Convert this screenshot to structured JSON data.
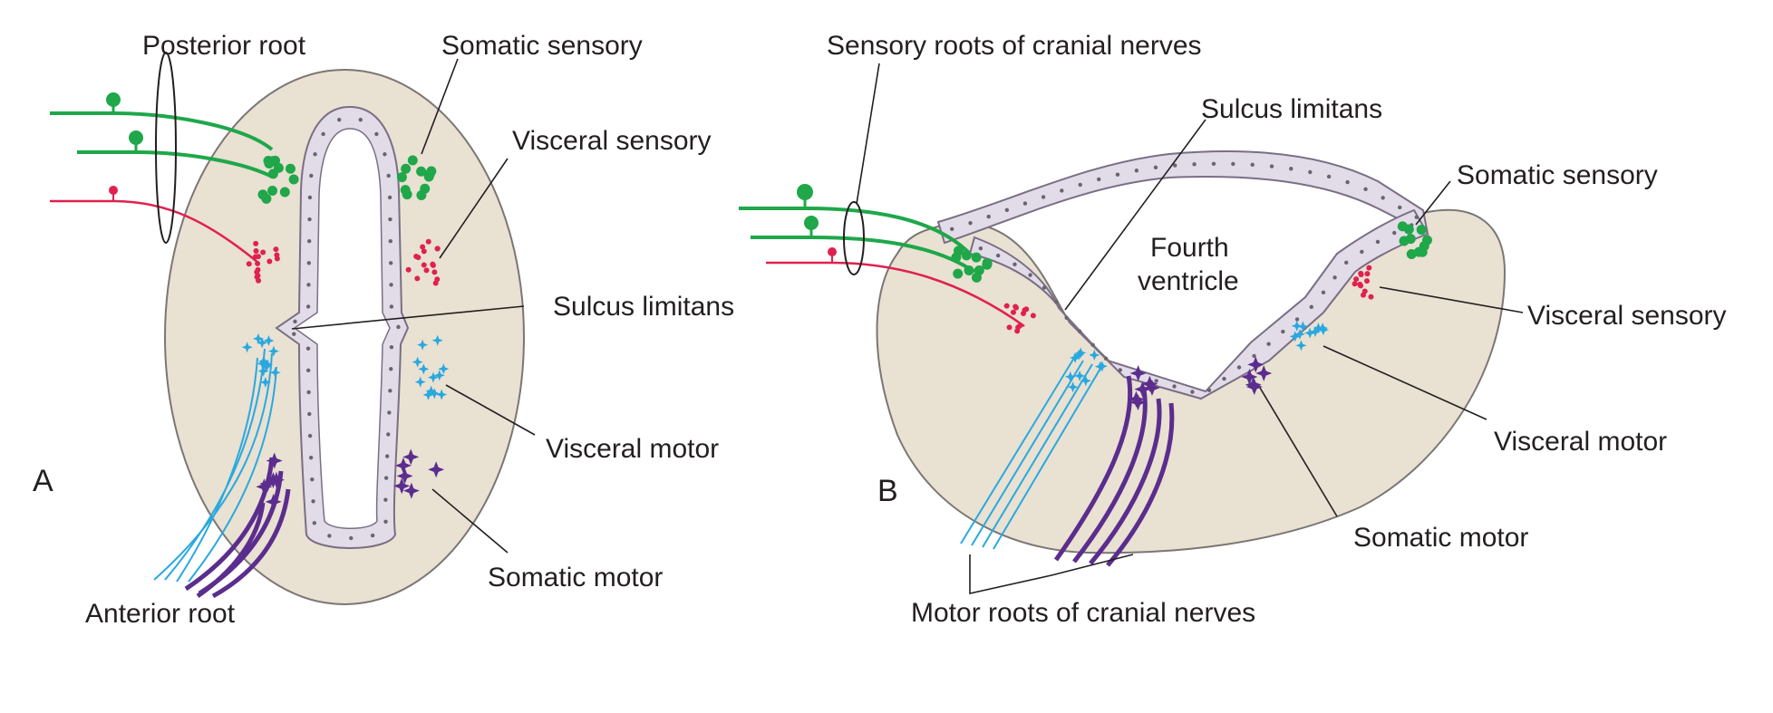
{
  "colors": {
    "tissue": "#e9e1d2",
    "tissue_edge": "#7b7674",
    "ependyma": "#e2dbe8",
    "ependyma_edge": "#7a6e85",
    "nucleus_dot": "#6a6470",
    "somatic_sensory": "#1fa74a",
    "visceral_sensory": "#e0214f",
    "visceral_motor": "#29a8e0",
    "somatic_motor": "#5b2d8e",
    "label": "#231f20"
  },
  "panel_a": {
    "letter": "A",
    "posterior_root": "Posterior root",
    "somatic_sensory": "Somatic sensory",
    "visceral_sensory": "Visceral sensory",
    "sulcus_limitans": "Sulcus limitans",
    "visceral_motor": "Visceral motor",
    "somatic_motor": "Somatic motor",
    "anterior_root": "Anterior root"
  },
  "panel_b": {
    "letter": "B",
    "sensory_roots": "Sensory roots of cranial nerves",
    "sulcus_limitans": "Sulcus limitans",
    "fourth_ventricle_line1": "Fourth",
    "fourth_ventricle_line2": "ventricle",
    "somatic_sensory": "Somatic sensory",
    "visceral_sensory": "Visceral sensory",
    "visceral_motor": "Visceral motor",
    "somatic_motor": "Somatic motor",
    "motor_roots": "Motor roots of cranial nerves"
  }
}
